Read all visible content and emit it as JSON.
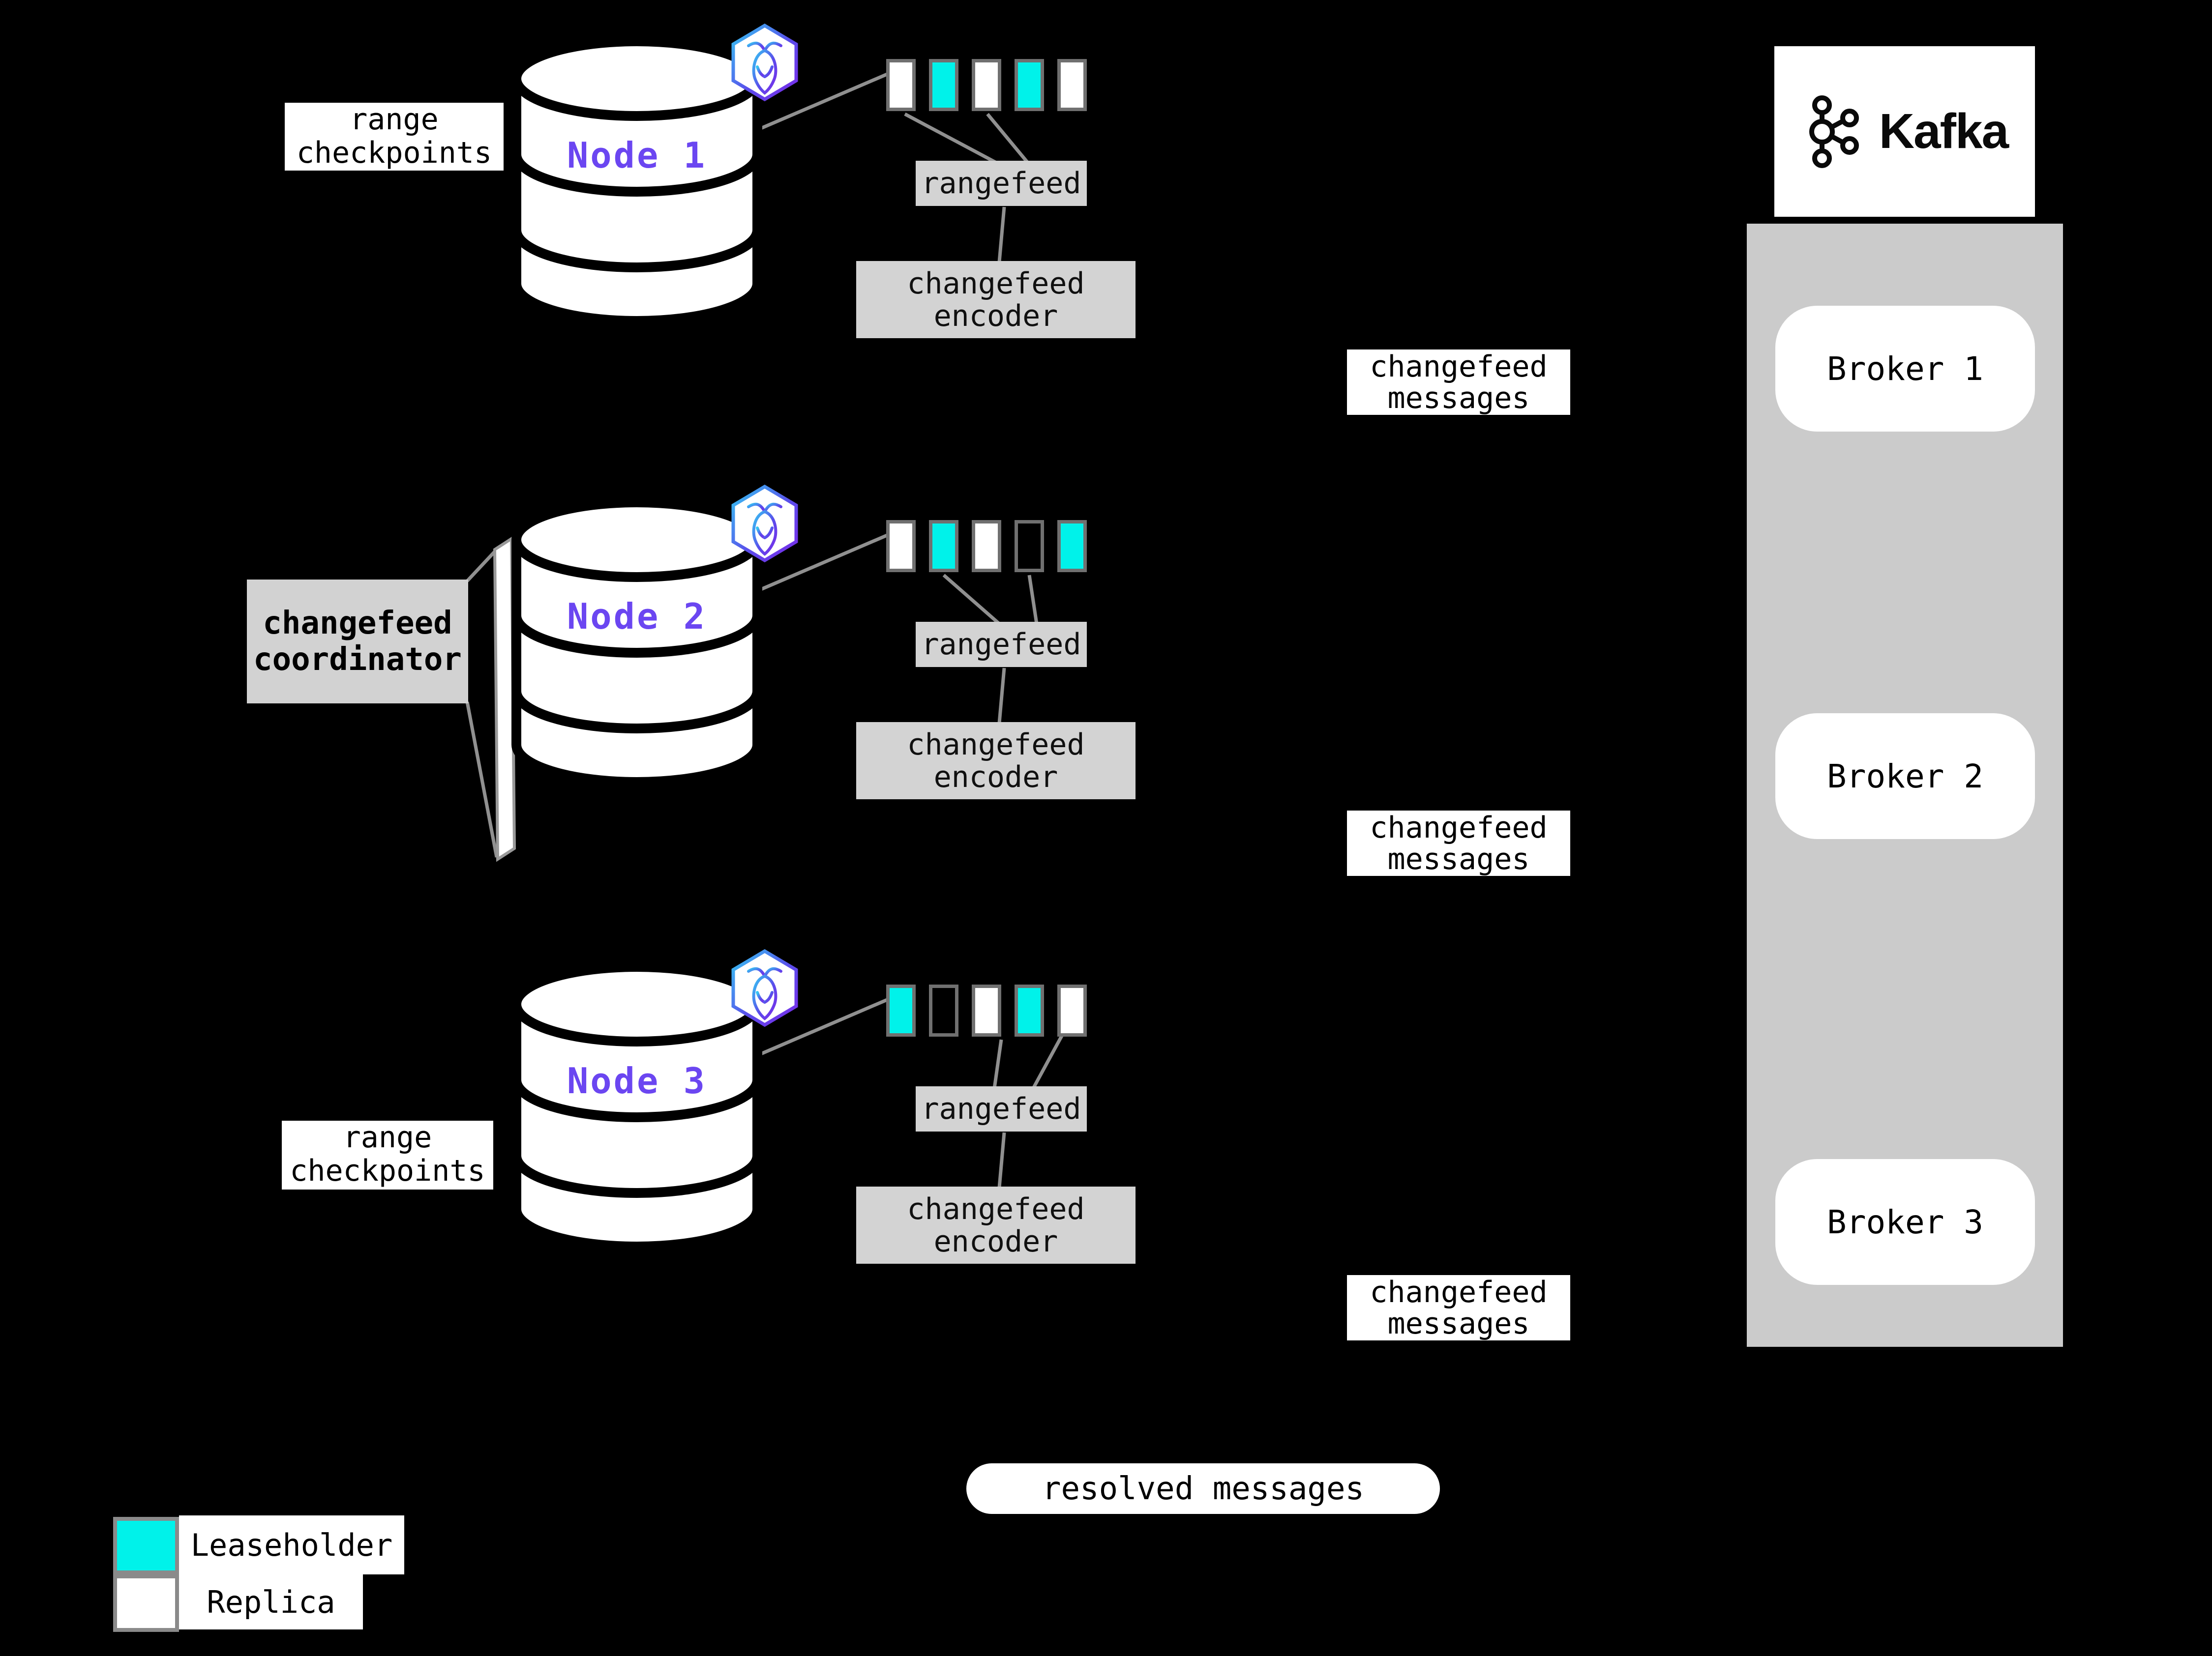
{
  "colors": {
    "background": "#000000",
    "leaseholder": "#00f2ea",
    "replica": "#ffffff",
    "node_label": "#6b46f1",
    "process_box": "#d3d3d3",
    "kafka_container": "#cbcbcb",
    "connector_line": "#909090"
  },
  "nodes": [
    {
      "name": "Node 1",
      "checkpoint_label": "range checkpoints",
      "rangefeed_label": "rangefeed",
      "encoder_label": "changefeed encoder",
      "messages_label": "changefeed messages",
      "ranges": [
        "replica",
        "leaseholder",
        "replica",
        "leaseholder",
        "replica"
      ]
    },
    {
      "name": "Node 2",
      "coordinator_label": "changefeed coordinator",
      "rangefeed_label": "rangefeed",
      "encoder_label": "changefeed encoder",
      "messages_label": "changefeed messages",
      "ranges": [
        "replica",
        "leaseholder",
        "replica",
        "outline",
        "leaseholder"
      ]
    },
    {
      "name": "Node 3",
      "checkpoint_label": "range checkpoints",
      "rangefeed_label": "rangefeed",
      "encoder_label": "changefeed encoder",
      "messages_label": "changefeed messages",
      "ranges": [
        "leaseholder",
        "outline",
        "replica",
        "leaseholder",
        "replica"
      ]
    }
  ],
  "kafka": {
    "brand": "Kafka",
    "brokers": [
      {
        "label": "Broker 1"
      },
      {
        "label": "Broker 2"
      },
      {
        "label": "Broker 3"
      }
    ]
  },
  "resolved_label": "resolved messages",
  "legend": {
    "items": [
      {
        "label": "Leaseholder",
        "type": "leaseholder"
      },
      {
        "label": "Replica",
        "type": "replica"
      }
    ]
  }
}
